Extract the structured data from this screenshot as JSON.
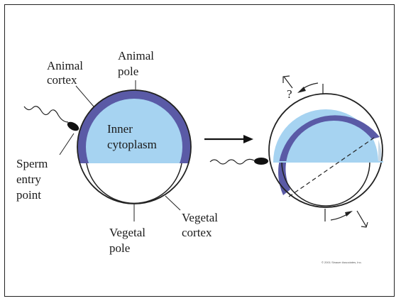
{
  "colors": {
    "cortex": "#5a5aa6",
    "cytoplasm": "#a6d3f1",
    "outline": "#222222",
    "background": "#ffffff"
  },
  "labels": {
    "animal_cortex_line1": "Animal",
    "animal_cortex_line2": "cortex",
    "animal_pole_line1": "Animal",
    "animal_pole_line2": "pole",
    "inner_cytoplasm_line1": "Inner",
    "inner_cytoplasm_line2": "cytoplasm",
    "sperm_entry_line1": "Sperm",
    "sperm_entry_line2": "entry",
    "sperm_entry_line3": "point",
    "vegetal_pole_line1": "Vegetal",
    "vegetal_pole_line2": "pole",
    "vegetal_cortex_line1": "Vegetal",
    "vegetal_cortex_line2": "cortex",
    "question_mark": "?",
    "copyright": "© 2001 Sinauer Associates, Inc."
  }
}
